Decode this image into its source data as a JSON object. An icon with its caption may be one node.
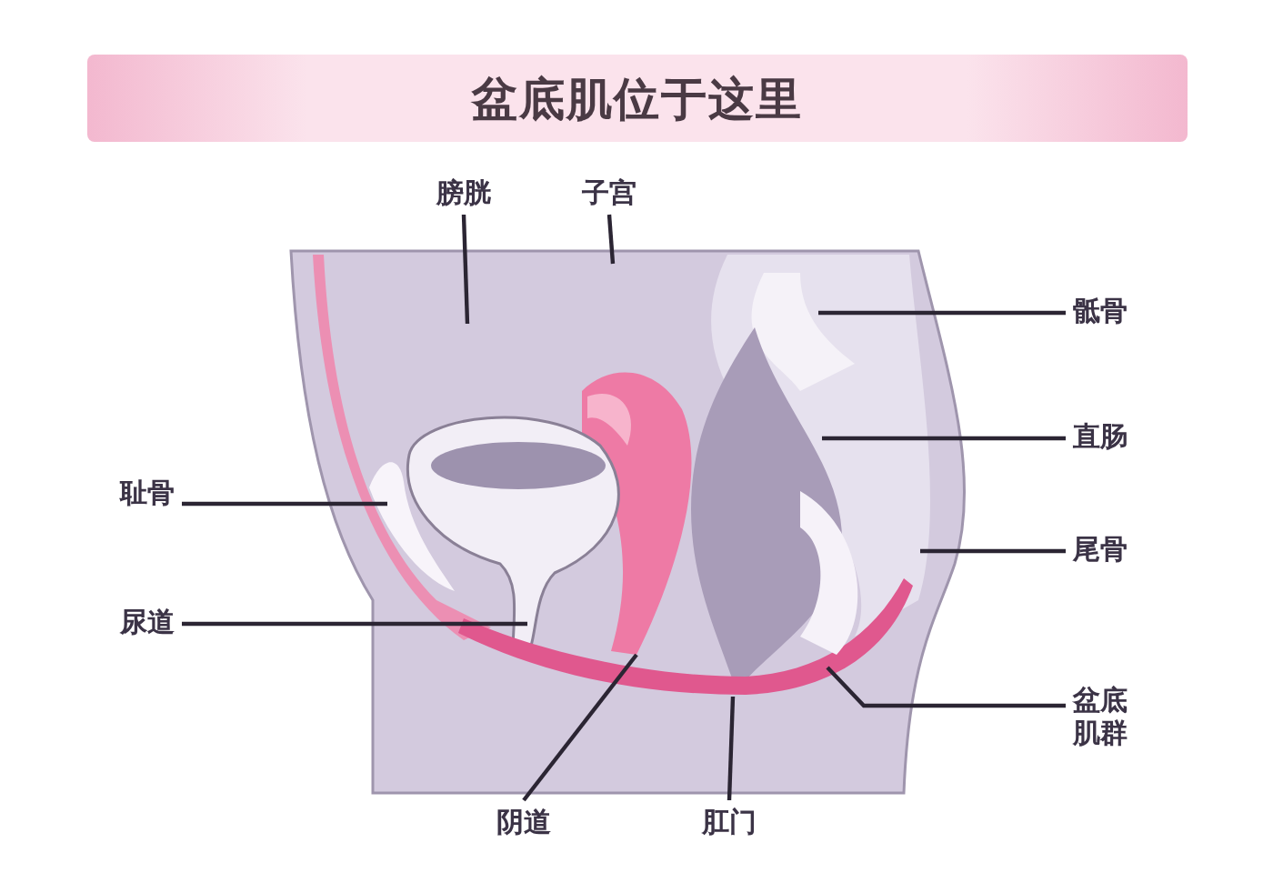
{
  "diagram": {
    "title": "盆底肌位于这里",
    "nodes": [
      {
        "text": [
          "膀胱"
        ]
      },
      {
        "text": [
          "子宫"
        ]
      },
      {
        "text": [
          "耻骨"
        ]
      },
      {
        "text": [
          "尿道"
        ]
      },
      {
        "text": [
          "阴道"
        ]
      },
      {
        "text": [
          "肛门"
        ]
      },
      {
        "text": [
          "骶骨"
        ]
      },
      {
        "text": [
          "直肠"
        ]
      },
      {
        "text": [
          "尾骨"
        ]
      },
      {
        "text": [
          "盆底肌群"
        ]
      }
    ],
    "edges": [
      {
        "from": 0,
        "to": null,
        "arrow": "none"
      },
      {
        "from": 1,
        "to": null,
        "arrow": "none"
      },
      {
        "from": 2,
        "to": null,
        "arrow": "none"
      },
      {
        "from": 3,
        "to": null,
        "arrow": "none"
      },
      {
        "from": 4,
        "to": null,
        "arrow": "none"
      },
      {
        "from": 5,
        "to": null,
        "arrow": "none"
      },
      {
        "from": 6,
        "to": null,
        "arrow": "none"
      },
      {
        "from": 7,
        "to": null,
        "arrow": "none"
      },
      {
        "from": 8,
        "to": null,
        "arrow": "none"
      },
      {
        "from": 9,
        "to": null,
        "arrow": "none"
      }
    ]
  }
}
